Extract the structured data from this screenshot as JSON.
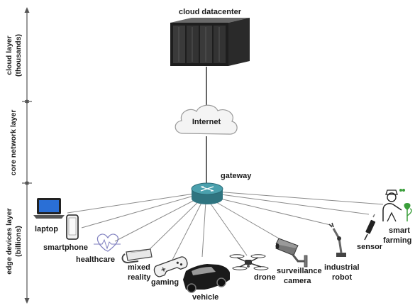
{
  "layers": {
    "cloud": [
      "cloud layer",
      "(thousands)"
    ],
    "core": [
      "core network layer"
    ],
    "edge": [
      "edge devices layer",
      "(billions)"
    ]
  },
  "nodes": {
    "datacenter": "cloud datacenter",
    "internet": "Internet",
    "gateway": "gateway"
  },
  "devices": {
    "laptop": [
      "laptop"
    ],
    "smartphone": [
      "smartphone"
    ],
    "healthcare": [
      "healthcare"
    ],
    "mixed_reality": [
      "mixed",
      "reality"
    ],
    "gaming": [
      "gaming"
    ],
    "vehicle": [
      "vehicle"
    ],
    "drone": [
      "drone"
    ],
    "surveillance_camera": [
      "surveillance",
      "camera"
    ],
    "industrial_robot": [
      "industrial",
      "robot"
    ],
    "sensor": [
      "sensor"
    ],
    "smart_farming": [
      "smart",
      "farming"
    ]
  },
  "colors": {
    "server_dark": "#1e1e1e",
    "server_light": "#5a5a5a",
    "gateway_teal": "#3e8d9a",
    "cloud_fill": "#f4f4f4",
    "farming_accent": "#3a9e3a"
  },
  "icons": {
    "datacenter": "server-rack-icon",
    "internet": "cloud-icon",
    "gateway": "router-icon"
  }
}
